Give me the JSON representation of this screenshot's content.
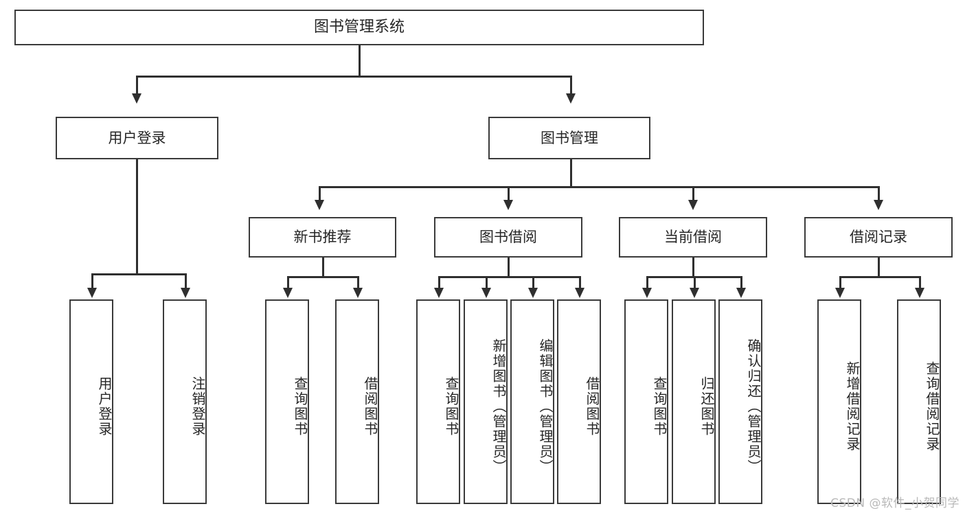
{
  "diagram": {
    "type": "tree",
    "title": "图书管理系统",
    "watermark": "CSDN @软件_小贺同学",
    "levels": {
      "root": {
        "label": "图书管理系统"
      },
      "level2": [
        {
          "label": "用户登录"
        },
        {
          "label": "图书管理"
        }
      ],
      "level3": [
        {
          "label": "新书推荐"
        },
        {
          "label": "图书借阅"
        },
        {
          "label": "当前借阅"
        },
        {
          "label": "借阅记录"
        }
      ]
    },
    "leaves": {
      "user_login": [
        {
          "label": "用户登录"
        },
        {
          "label": "注销登录"
        }
      ],
      "new_book_recommend": [
        {
          "label": "查询图书"
        },
        {
          "label": "借阅图书"
        }
      ],
      "book_borrow": [
        {
          "label": "查询图书"
        },
        {
          "label": "新增图书（管理员）"
        },
        {
          "label": "编辑图书（管理员）"
        },
        {
          "label": "借阅图书"
        }
      ],
      "current_borrow": [
        {
          "label": "查询图书"
        },
        {
          "label": "归还图书"
        },
        {
          "label": "确认归还（管理员）"
        }
      ],
      "borrow_record": [
        {
          "label": "新增借阅记录"
        },
        {
          "label": "查询借阅记录"
        }
      ]
    },
    "colors": {
      "border": "#3a3a3a",
      "line": "#2f2f2f",
      "text": "#262626",
      "background": "#ffffff",
      "watermark": "#b9b9b9"
    }
  }
}
